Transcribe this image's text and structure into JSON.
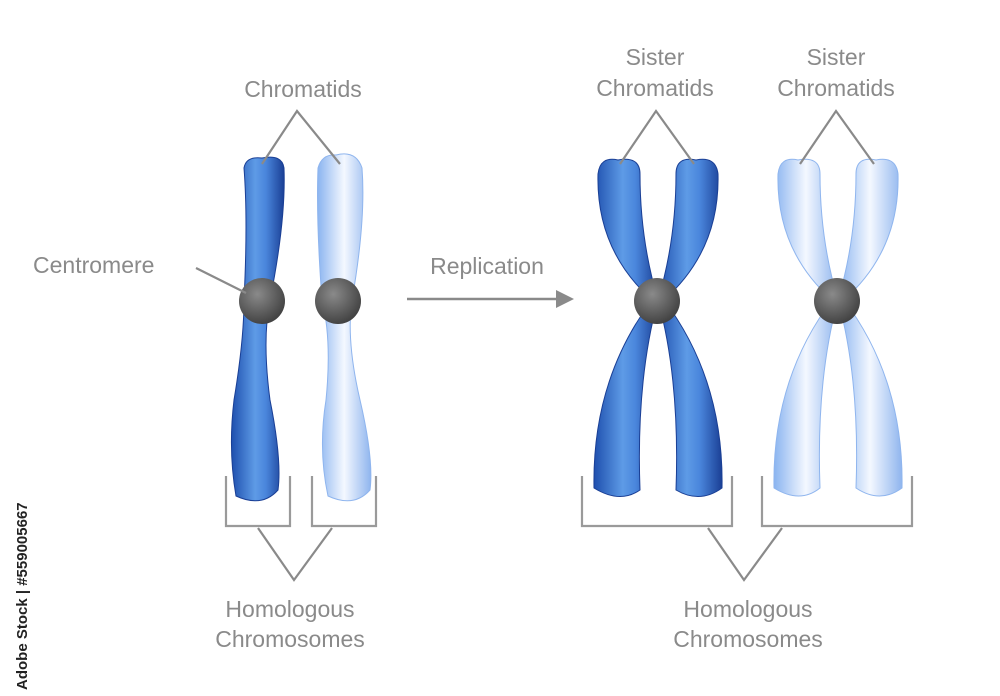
{
  "labels": {
    "chromatids": "Chromatids",
    "centromere": "Centromere",
    "replication": "Replication",
    "sister_chromatids_1": [
      "Sister",
      "Chromatids"
    ],
    "sister_chromatids_2": [
      "Sister",
      "Chromatids"
    ],
    "homologous_left": [
      "Homologous",
      "Chromosomes"
    ],
    "homologous_right": [
      "Homologous",
      "Chromosomes"
    ]
  },
  "watermark": "Adobe Stock | #559005667",
  "colors": {
    "dark_chromosome": "#2a5fc0",
    "light_chromosome": "#a9c9f6",
    "centromere": "#5a5a5a",
    "label_gray": "#8a8a8a"
  }
}
